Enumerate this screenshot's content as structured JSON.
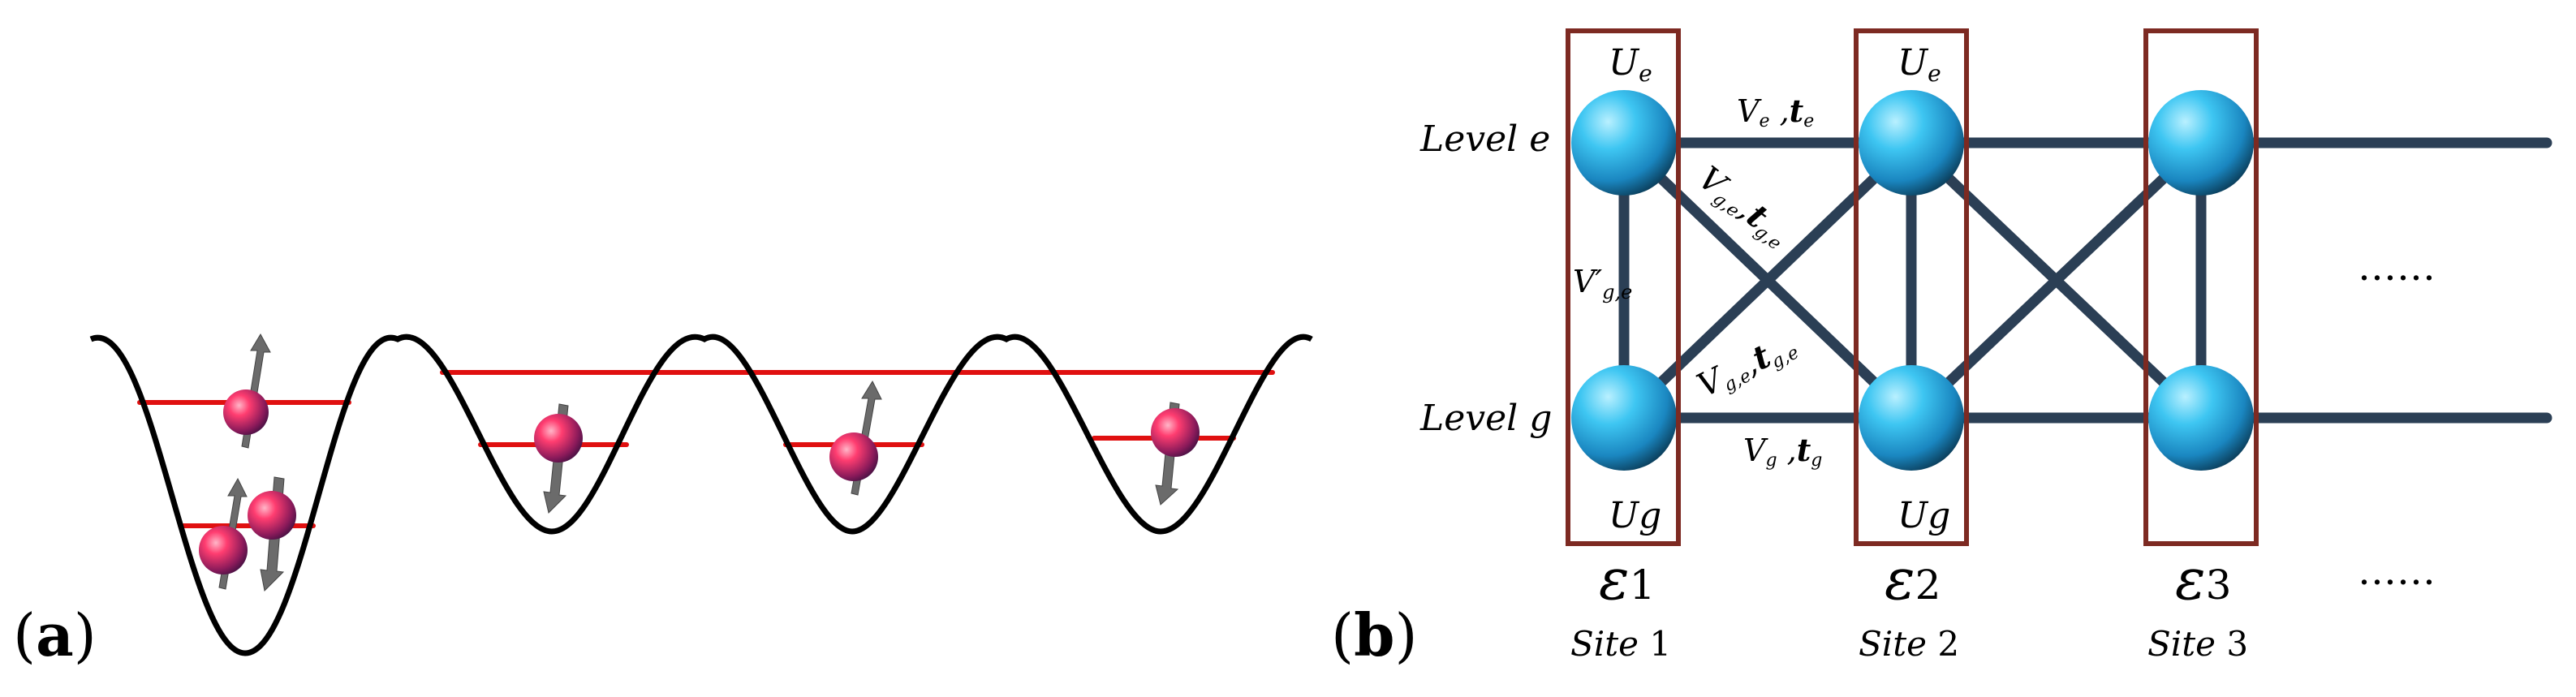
{
  "panel_a": {
    "label_open": "(",
    "label_letter": "a",
    "label_close": ")"
  },
  "panel_b": {
    "label_open": "(",
    "label_letter": "b",
    "label_close": ")",
    "level_e": {
      "word": "Level",
      "letter": "e"
    },
    "level_g": {
      "word": "Level",
      "letter": "g"
    },
    "U_e": {
      "main": "U",
      "sub": "e"
    },
    "U_g": {
      "main": "U",
      "sub": "g"
    },
    "V_e_t_e": {
      "V": "V",
      "Vsub": "e",
      "sep": " ,",
      "t": "t",
      "tsub": "e"
    },
    "V_g_t_g": {
      "V": "V",
      "Vsub": "g",
      "sep": " ,",
      "t": "t",
      "tsub": "g"
    },
    "V_ge_t_ge": {
      "V": "V",
      "Vsub": "g,e",
      "sep": ",",
      "t": "t",
      "tsub": "g,e"
    },
    "V_prime": {
      "V": "V",
      "prime": "′",
      "sub": "g,e"
    },
    "eps1": {
      "sym": "ε",
      "num": "1"
    },
    "eps2": {
      "sym": "ε",
      "num": "2"
    },
    "eps3": {
      "sym": "ε",
      "num": "3"
    },
    "site1": {
      "word": "Site",
      "num": "1"
    },
    "site2": {
      "word": "Site",
      "num": "2"
    },
    "site3": {
      "word": "Site",
      "num": "3"
    },
    "ellipsis_upper": "……",
    "ellipsis_lower": "……"
  },
  "colors": {
    "bond": "#2b3f55",
    "box": "#7d2a22",
    "level_line": "#e01010",
    "potential": "#000000",
    "atom_highlight": "#ff7aa0",
    "atom_shadow": "#3a0f3f",
    "sphere_light": "#b9f0ff",
    "sphere_mid": "#25b4e8",
    "sphere_dark": "#0b4f73",
    "spin_arrow": "#6b6b6b"
  }
}
